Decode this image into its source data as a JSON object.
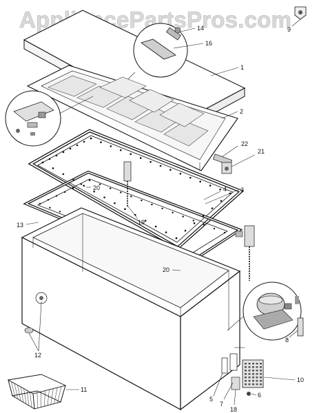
{
  "watermark": "AppliancePartsPros.com",
  "callouts": [
    "1",
    "2",
    "3",
    "4",
    "5",
    "6",
    "7",
    "8",
    "9",
    "10",
    "11",
    "12",
    "13",
    "14",
    "16",
    "18",
    "19",
    "20",
    "20",
    "21",
    "22"
  ]
}
